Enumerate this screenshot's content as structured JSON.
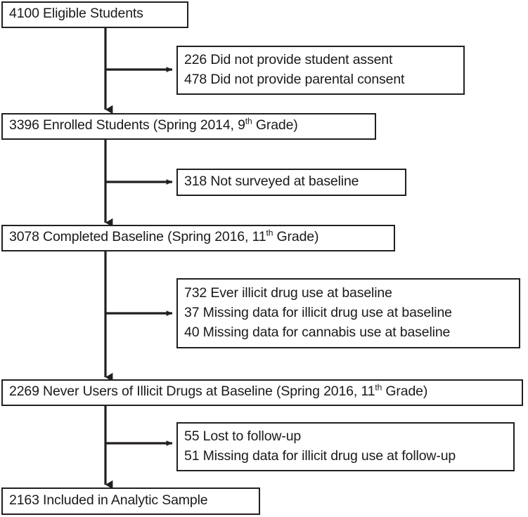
{
  "diagram": {
    "type": "participant-flow-diagram",
    "stroke_color": "#231f20",
    "background_color": "#ffffff",
    "nodes": [
      {
        "id": "eligible",
        "role": "main",
        "lines": [
          {
            "count": "4100",
            "text": " Eligible Students"
          }
        ]
      },
      {
        "id": "excluded-consent",
        "role": "exclusion",
        "lines": [
          {
            "count": "226",
            "text": " Did not provide student assent"
          },
          {
            "count": "478",
            "text": " Did not provide parental consent"
          }
        ]
      },
      {
        "id": "enrolled",
        "role": "main",
        "lines": [
          {
            "count": "3396",
            "text": " Enrolled Students (Spring 2014, 9",
            "sup": "th",
            "tail": " Grade)"
          }
        ]
      },
      {
        "id": "excluded-not-surveyed",
        "role": "exclusion",
        "lines": [
          {
            "count": "318",
            "text": " Not surveyed at baseline"
          }
        ]
      },
      {
        "id": "completed-baseline",
        "role": "main",
        "lines": [
          {
            "count": "3078",
            "text": " Completed Baseline (Spring 2016, 11",
            "sup": "th",
            "tail": " Grade)"
          }
        ]
      },
      {
        "id": "excluded-baseline-use",
        "role": "exclusion",
        "lines": [
          {
            "count": "732",
            "text": " Ever illicit drug use at baseline"
          },
          {
            "count": "37",
            "text": " Missing data for illicit drug use at baseline"
          },
          {
            "count": "40",
            "text": " Missing data for cannabis use at baseline"
          }
        ]
      },
      {
        "id": "never-users",
        "role": "main",
        "lines": [
          {
            "count": "2269",
            "text": " Never Users of Illicit Drugs at Baseline (Spring 2016, 11",
            "sup": "th",
            "tail": " Grade)"
          }
        ]
      },
      {
        "id": "excluded-followup",
        "role": "exclusion",
        "lines": [
          {
            "count": "55",
            "text": " Lost to follow-up"
          },
          {
            "count": "51",
            "text": " Missing data for illicit drug use at follow-up"
          }
        ]
      },
      {
        "id": "analytic-sample",
        "role": "main",
        "lines": [
          {
            "count": "2163",
            "text": " Included in Analytic Sample"
          }
        ]
      }
    ]
  },
  "labels": {
    "box1_line1": "4100 Eligible Students",
    "box2_line1": "226 Did not provide student assent",
    "box2_line2": "478 Did not provide parental consent",
    "box3_pre": "3396 Enrolled Students (Spring 2014, 9",
    "box3_sup": "th",
    "box3_post": " Grade)",
    "box4_line1": "318 Not surveyed at baseline",
    "box5_pre": "3078 Completed Baseline (Spring 2016, 11",
    "box5_sup": "th",
    "box5_post": " Grade)",
    "box6_line1": "732 Ever illicit drug use at baseline",
    "box6_line2": "37 Missing data for illicit drug use at baseline",
    "box6_line3": "40 Missing data for cannabis use at baseline",
    "box7_pre": "2269 Never Users of Illicit Drugs at Baseline (Spring 2016, 11",
    "box7_sup": "th",
    "box7_post": " Grade)",
    "box8_line1": "55 Lost to follow-up",
    "box8_line2": "51 Missing data for illicit drug use at follow-up",
    "box9_line1": "2163 Included in Analytic Sample"
  }
}
